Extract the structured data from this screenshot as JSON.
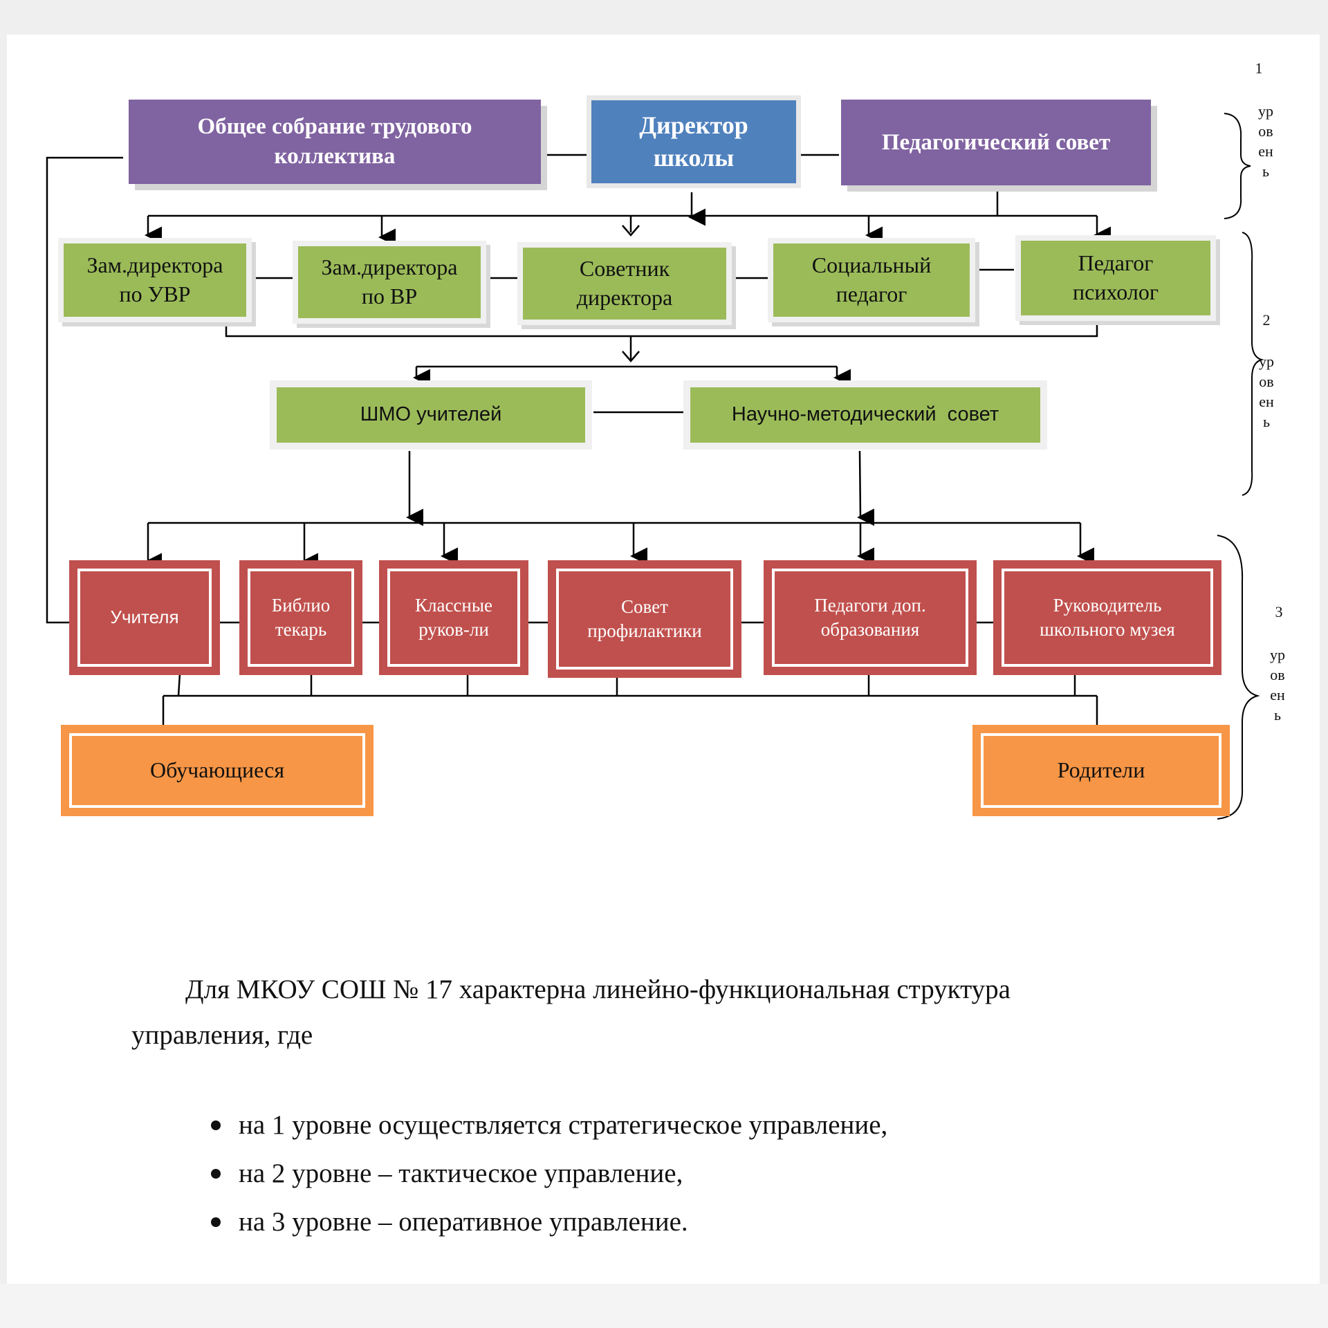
{
  "colors": {
    "purple": "#8063a1",
    "blue": "#4f81bd",
    "green": "#9bbb59",
    "red": "#c0504d",
    "orange": "#f79646"
  },
  "level1": {
    "left": "Общее собрание трудового коллектива",
    "center": "Директор школы",
    "right": "Педагогический совет"
  },
  "level2": {
    "deputy_uvr": "Зам.директора по УВР",
    "deputy_vr": "Зам.директора по ВР",
    "advisor": "Советник директора",
    "social": "Социальный педагог",
    "psychologist": "Педагог психолог",
    "shmo": "ШМО учителей",
    "nms": "Научно-методический  совет"
  },
  "level3": {
    "teachers": "Учителя",
    "library": "Библио текарь",
    "class_leaders": "Классные руков-ли",
    "prevention": "Совет профилактики",
    "extra_edu": "Педагоги доп. образования",
    "museum": "Руководитель школьного музея",
    "students": "Обучающиеся",
    "parents": "Родители"
  },
  "level_labels": [
    {
      "number": "1",
      "word": "уровень"
    },
    {
      "number": "2",
      "word": "уровень"
    },
    {
      "number": "3",
      "word": "уровень"
    }
  ],
  "text": {
    "intro_line1": "Для  МКОУ СОШ № 17 характерна линейно-функциональная структура",
    "intro_line2": "управления, где",
    "bullets": [
      "на 1 уровне осуществляется стратегическое управление,",
      "на 2 уровне – тактическое управление,",
      "на 3 уровне – оперативное управление."
    ]
  }
}
